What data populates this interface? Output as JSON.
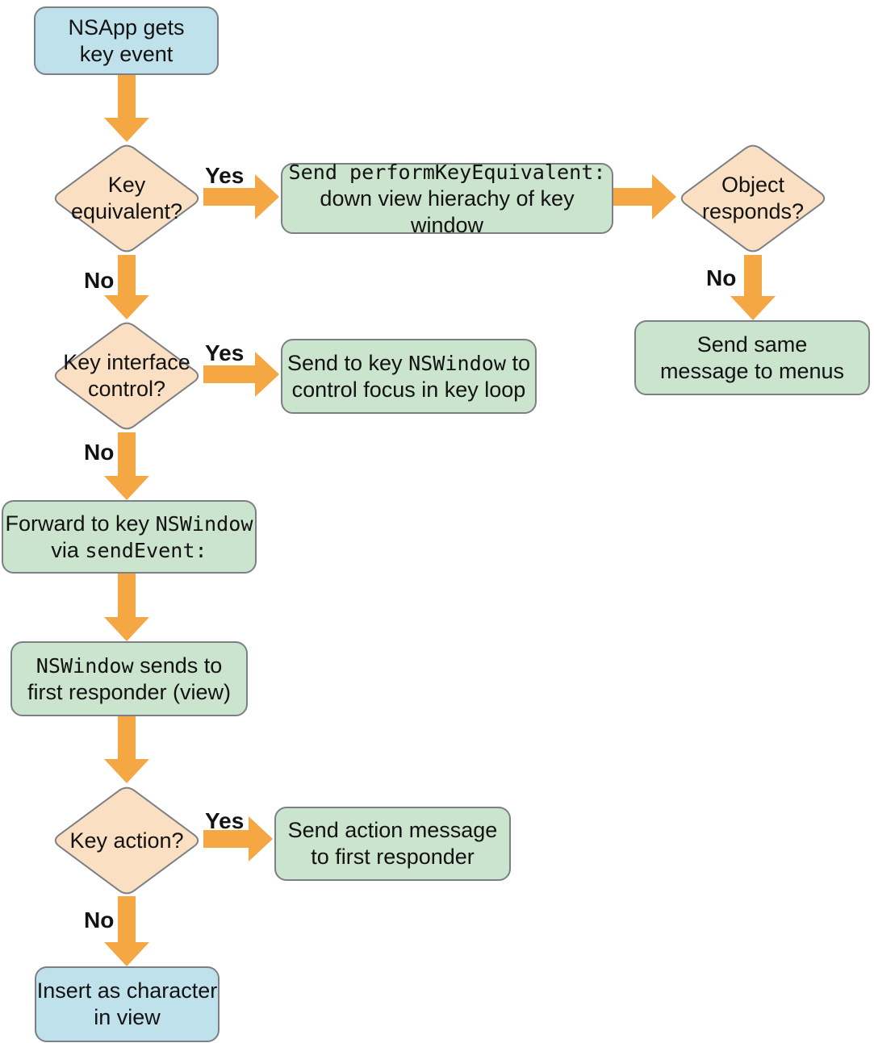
{
  "diagram": {
    "type": "flowchart",
    "topic": "NSApp key event dispatch"
  },
  "labels": {
    "yes": "Yes",
    "no": "No"
  },
  "colors": {
    "box_blue": "#BEE1EB",
    "box_green": "#CBE4CE",
    "diamond_peach": "#FBDFC2",
    "arrow_orange": "#F4A742",
    "border_gray": "#7C8084",
    "text_dark": "#121212",
    "bg": "#FFFFFF"
  },
  "nodes": {
    "nsapp": {
      "line1": "NSApp gets",
      "line2": "key event"
    },
    "key_equivalent": {
      "line1": "Key",
      "line2": "equivalent?"
    },
    "perform_key_equivalent": {
      "line1_code": "Send performKeyEquivalent:",
      "line2": "down view hierachy of key window"
    },
    "object_responds": {
      "line1": "Object",
      "line2": "responds?"
    },
    "send_same_message": {
      "line1": "Send same",
      "line2": "message to menus"
    },
    "key_interface_control": {
      "line1": "Key interface",
      "line2": "control?"
    },
    "send_to_key_nswindow": {
      "l1a": "Send to key ",
      "l1b_code": "NSWindow",
      "l1c": " to",
      "line2": "control focus in key loop"
    },
    "forward_to_key": {
      "l1a": "Forward to key ",
      "l1b_code": "NSWindow",
      "l2a": "via ",
      "l2b_code": "sendEvent:"
    },
    "nswindow_sends": {
      "l1a_code": "NSWindow",
      "l1b": " sends to",
      "line2": "first responder (view)"
    },
    "key_action": {
      "line1": "Key action?"
    },
    "send_action_message": {
      "line1": "Send action message",
      "line2": "to first responder"
    },
    "insert_as_character": {
      "line1": "Insert as character",
      "line2": "in view"
    }
  }
}
